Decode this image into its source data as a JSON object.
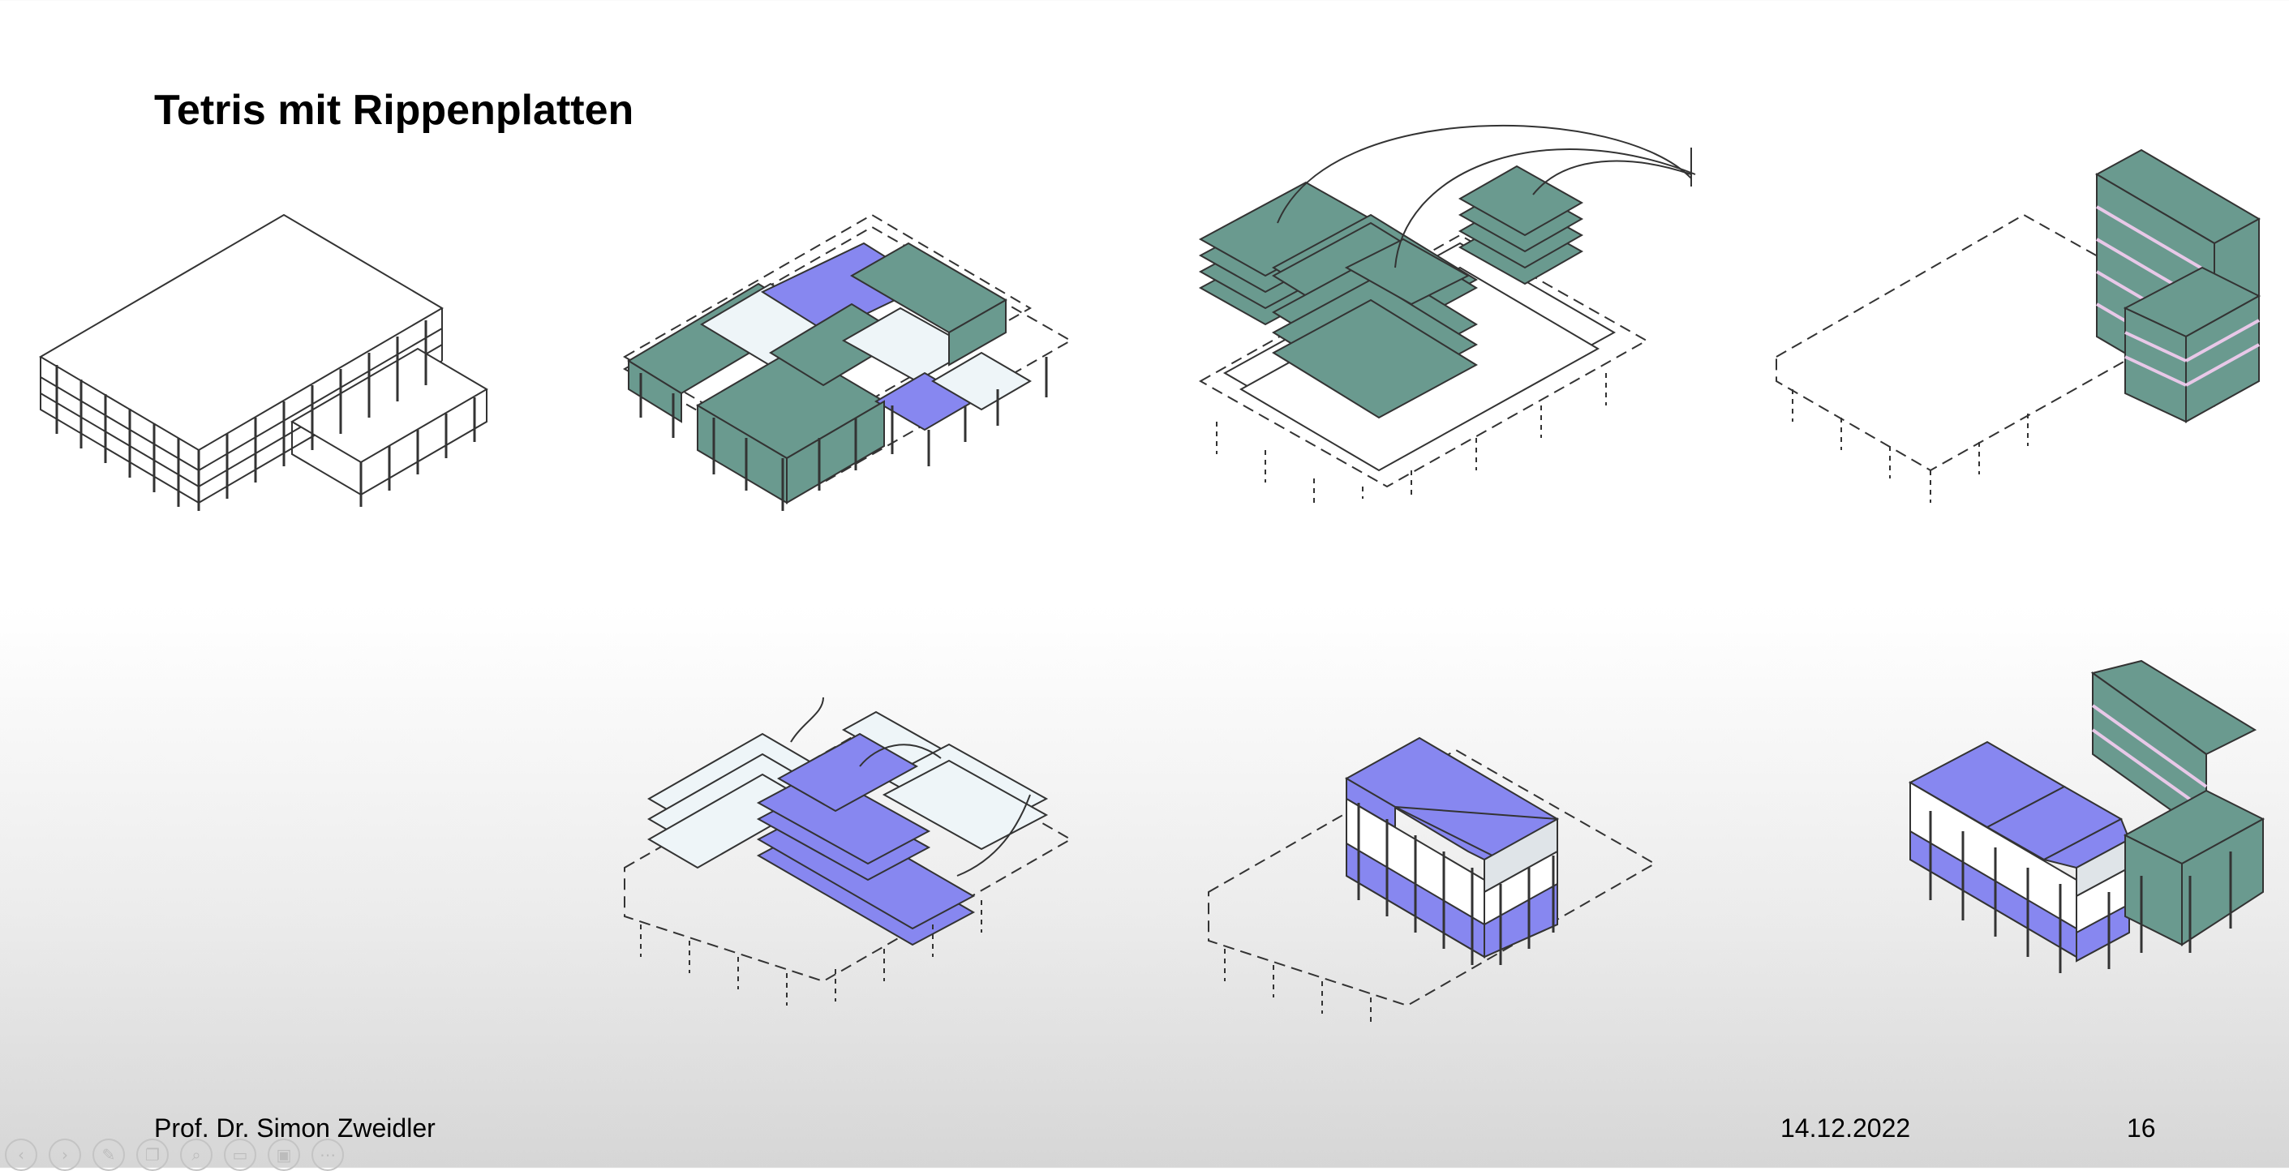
{
  "slide": {
    "title": "Tetris mit Rippenplatten",
    "author": "Prof. Dr. Simon Zweidler",
    "date": "14.12.2022",
    "page_number": "16"
  },
  "colors": {
    "green_slab": "#6a9a8f",
    "blue_slab": "#8787f0",
    "pale_slab": "#eef5f8",
    "line": "#333333"
  },
  "toolbar": {
    "icons": [
      "previous-icon",
      "next-icon",
      "pen-icon",
      "copy-icon",
      "zoom-icon",
      "subtitles-icon",
      "camera-icon",
      "more-icon"
    ]
  }
}
